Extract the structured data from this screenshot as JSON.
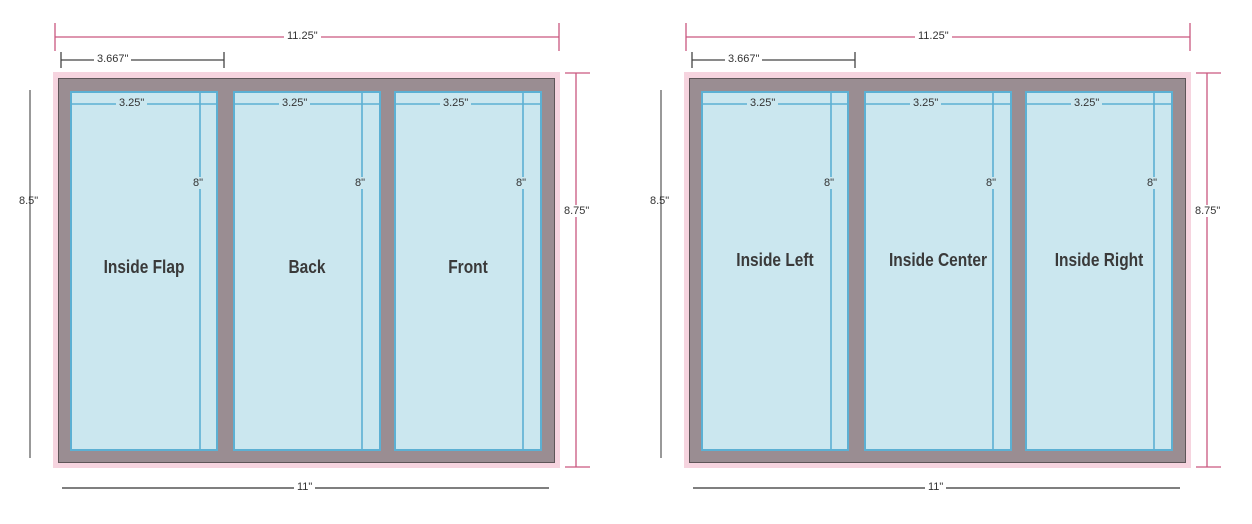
{
  "colors": {
    "bleed": "#f6d4df",
    "sheet": "#9a8d92",
    "panel": "#cbe7ef",
    "panel_border": "#5cb0d3",
    "dim_pink": "#c9577f",
    "dim_gray": "#444444"
  },
  "diagrams": [
    {
      "panels": [
        "Inside Flap",
        "Back",
        "Front"
      ],
      "dims": {
        "total_width": "11.25\"",
        "flap_width": "3.667\"",
        "panel_width": "3.25\"",
        "panel_height": "8\"",
        "trim_height": "8.5\"",
        "bleed_height": "8.75\"",
        "trim_width": "11\""
      }
    },
    {
      "panels": [
        "Inside Left",
        "Inside Center",
        "Inside Right"
      ],
      "dims": {
        "total_width": "11.25\"",
        "flap_width": "3.667\"",
        "panel_width": "3.25\"",
        "panel_height": "8\"",
        "trim_height": "8.5\"",
        "bleed_height": "8.75\"",
        "trim_width": "11\""
      }
    }
  ]
}
